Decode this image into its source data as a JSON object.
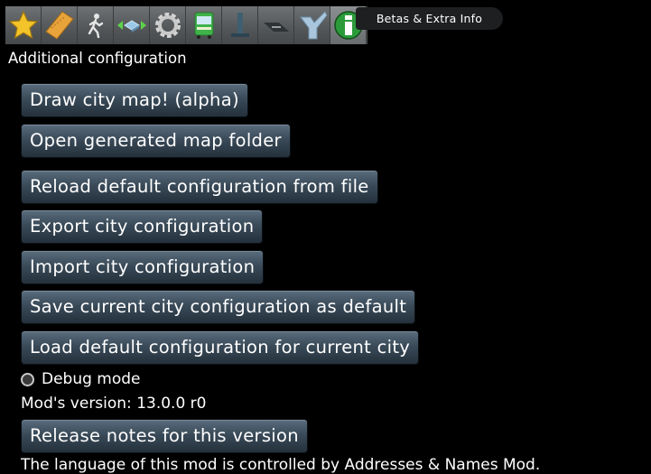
{
  "tabs": [
    {
      "icon": "star-icon"
    },
    {
      "icon": "ticket-icon"
    },
    {
      "icon": "walking-person-icon"
    },
    {
      "icon": "transfer-arrows-icon"
    },
    {
      "icon": "gear-icon"
    },
    {
      "icon": "bus-icon"
    },
    {
      "icon": "stop-sign-post-icon"
    },
    {
      "icon": "road-icon"
    },
    {
      "icon": "road-junction-icon"
    },
    {
      "icon": "info-icon"
    }
  ],
  "tooltip": "Betas & Extra Info",
  "heading": "Additional configuration",
  "buttons": {
    "draw_map": "Draw city map! (alpha)",
    "open_folder": "Open generated map folder",
    "reload_default": "Reload default configuration from file",
    "export": "Export city configuration",
    "import": "Import city configuration",
    "save_default": "Save current city configuration as default",
    "load_default": "Load default configuration for current city",
    "release_notes": "Release notes for this version"
  },
  "debug_mode": {
    "label": "Debug mode",
    "checked": false
  },
  "version": "Mod's version: 13.0.0 r0",
  "footer_text": "The language of this mod is controlled by Addresses & Names Mod."
}
